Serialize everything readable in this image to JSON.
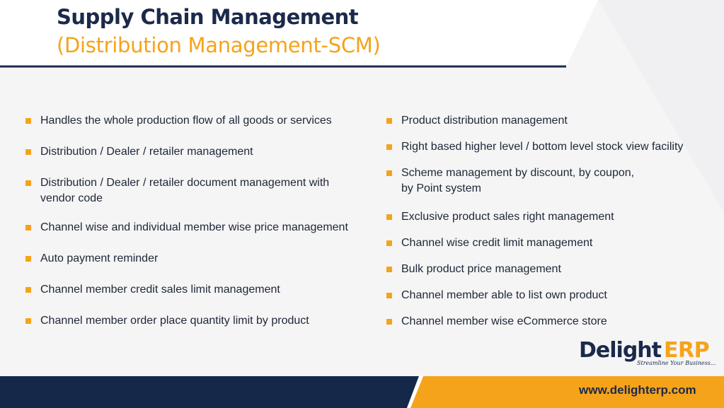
{
  "header": {
    "title": "Supply Chain Management",
    "subtitle": "(Distribution Management-SCM)"
  },
  "left_items": [
    "Handles the whole production flow of all goods or services",
    "Distribution / Dealer / retailer management",
    "Distribution / Dealer / retailer document management with\nvendor code",
    "Channel wise and individual member wise price management",
    "Auto payment reminder",
    "Channel member credit sales limit management",
    "Channel member order place quantity limit by product"
  ],
  "right_items": [
    "Product distribution management",
    "Right based higher level / bottom level stock view facility",
    "Scheme management by discount, by coupon,\nby Point system",
    "Exclusive product sales right management",
    "Channel wise credit limit management",
    "Bulk product price management",
    "Channel member able to list own product",
    "Channel member wise eCommerce store"
  ],
  "logo": {
    "name_part1": "Delight",
    "name_part2": "ERP",
    "tagline": "Streamline Your Business..."
  },
  "footer": {
    "website": "www.delighterp.com"
  },
  "colors": {
    "navy": "#1b2a4a",
    "orange": "#f5a31a",
    "background": "#f5f5f6"
  }
}
